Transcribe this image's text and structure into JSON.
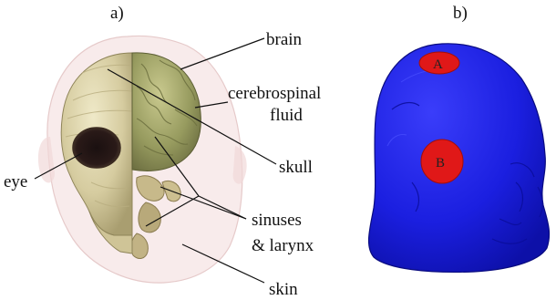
{
  "panels": {
    "a": {
      "label": "a)"
    },
    "b": {
      "label": "b)"
    }
  },
  "anatomy_labels": {
    "brain": "brain",
    "csf_line1": "cerebrospinal",
    "csf_line2": "fluid",
    "skull": "skull",
    "eye": "eye",
    "sinuses_line1": "sinuses",
    "sinuses_line2": "& larynx",
    "skin": "skin"
  },
  "electrodes": {
    "a": "A",
    "b": "B"
  },
  "colors": {
    "head_mesh": "#1a1ee6",
    "electrode": "#e01818",
    "bone": "#d8cfa6",
    "brain": "#9aa069",
    "skin": "#f3dede"
  }
}
